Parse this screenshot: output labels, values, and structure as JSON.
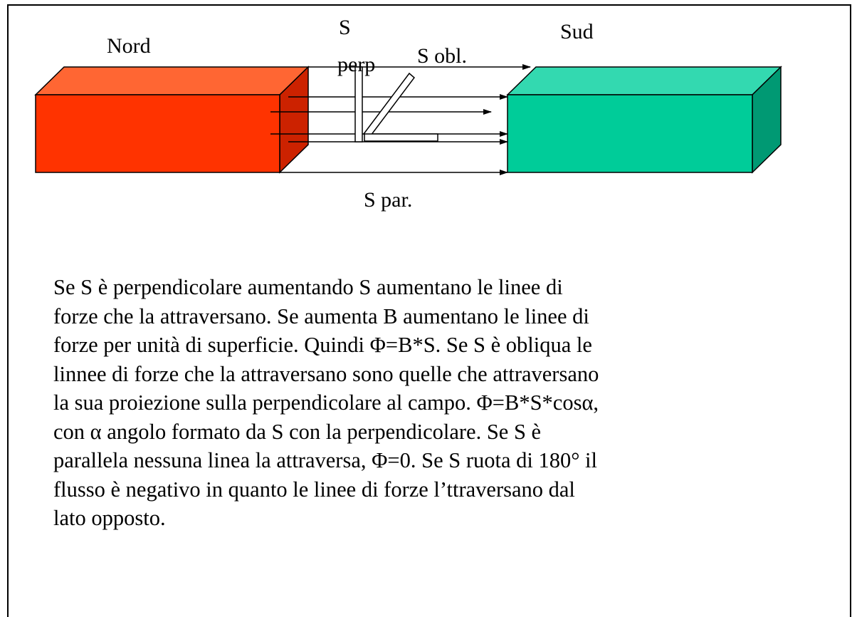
{
  "diagram": {
    "north_label": "Nord",
    "south_label": "Sud",
    "s_perp_label_top": "S",
    "s_perp_label_bottom": "perp",
    "s_obl_label": "S obl.",
    "s_par_label": "S par.",
    "colors": {
      "north_front": "#ff3300",
      "north_top": "#ff6633",
      "north_side": "#cc2200",
      "south_front": "#00cc99",
      "south_top": "#33d9b0",
      "south_side": "#009973"
    }
  },
  "text": {
    "lines": [
      "Se S è perpendicolare aumentando S aumentano le linee di",
      "forze che la attraversano. Se aumenta B aumentano le linee di",
      "forze per unità di superficie. Quindi Φ=B*S. Se S è obliqua le",
      "linnee di forze che la attraversano sono quelle che attraversano",
      "la sua proiezione sulla perpendicolare al campo. Φ=B*S*cosα,",
      "con α angolo formato da S con la perpendicolare. Se S è",
      "parallela nessuna linea la attraversa, Φ=0. Se S ruota di 180° il",
      "flusso è negativo in quanto le linee di forze l’ttraversano dal",
      "lato opposto."
    ]
  }
}
